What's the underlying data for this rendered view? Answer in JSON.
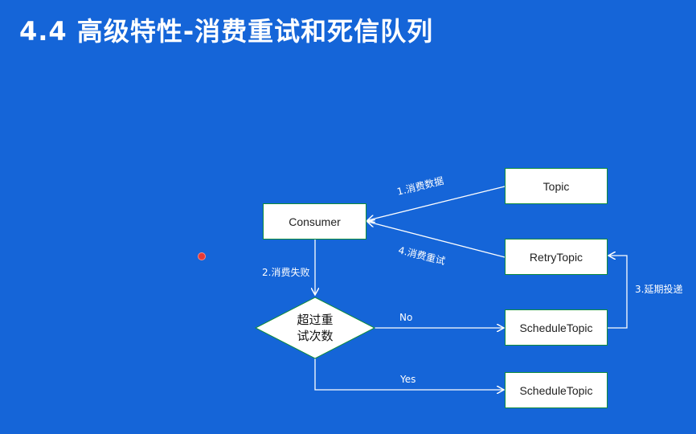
{
  "title": "4.4 高级特性-消费重试和死信队列",
  "diagram": {
    "nodes": {
      "consumer": "Consumer",
      "topic": "Topic",
      "retry_topic": "RetryTopic",
      "schedule_topic_1": "ScheduleTopic",
      "schedule_topic_2": "ScheduleTopic",
      "decision_line1": "超过重",
      "decision_line2": "试次数"
    },
    "edges": {
      "consume_data": "1.消费数据",
      "consume_fail": "2.消费失败",
      "delay_deliver": "3.延期投递",
      "consume_retry": "4.消费重试",
      "no": "No",
      "yes": "Yes"
    }
  },
  "colors": {
    "background": "#1565d8",
    "box_border": "#0f8c3c",
    "line": "#ffffff"
  }
}
